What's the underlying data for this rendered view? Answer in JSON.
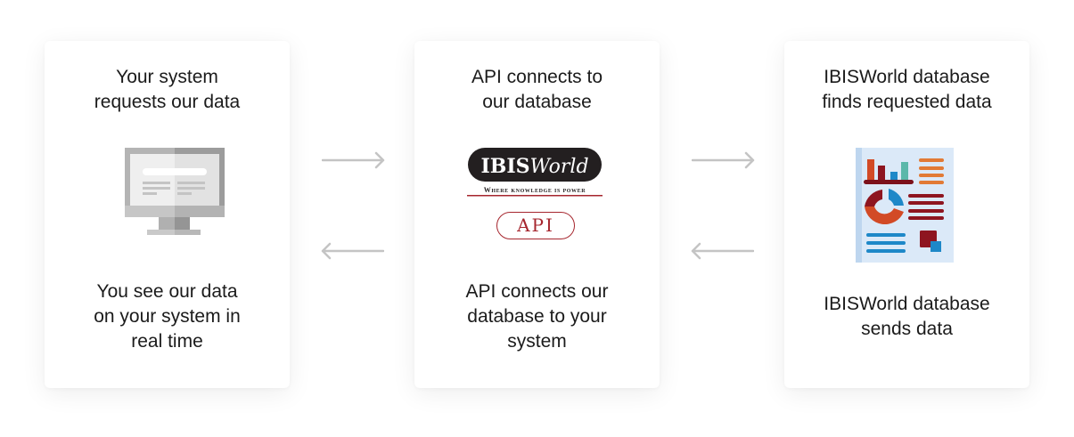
{
  "steps": [
    {
      "top_text": [
        "Your system",
        "requests our data"
      ],
      "bottom_text": [
        "You see our data",
        "on your system in",
        "real time"
      ],
      "icon": "desktop-monitor-icon"
    },
    {
      "top_text": [
        "API connects to",
        "our database"
      ],
      "bottom_text": [
        "API connects our",
        "database to your",
        "system"
      ],
      "logo": {
        "brand_bold": "IBIS",
        "brand_italic": "World",
        "tagline": "Where knowledge is power"
      },
      "badge": "API"
    },
    {
      "top_text": [
        "IBISWorld database",
        "finds requested data"
      ],
      "bottom_text": [
        "IBISWorld database",
        "sends data"
      ],
      "icon": "data-report-icon"
    }
  ],
  "arrows": [
    {
      "direction": "right",
      "icon": "arrow-right-icon"
    },
    {
      "direction": "left",
      "icon": "arrow-left-icon"
    },
    {
      "direction": "right",
      "icon": "arrow-right-icon"
    },
    {
      "direction": "left",
      "icon": "arrow-left-icon"
    }
  ],
  "colors": {
    "brand_red": "#a6262e",
    "arrow_gray": "#c4c4c4",
    "logo_black": "#231f20",
    "report_bg": "#dbe9f8",
    "chart_orange": "#d24a26",
    "chart_maroon": "#8e1520",
    "chart_blue": "#1e88c8",
    "chart_teal": "#5bb8aa",
    "line_orange": "#e27a35"
  }
}
